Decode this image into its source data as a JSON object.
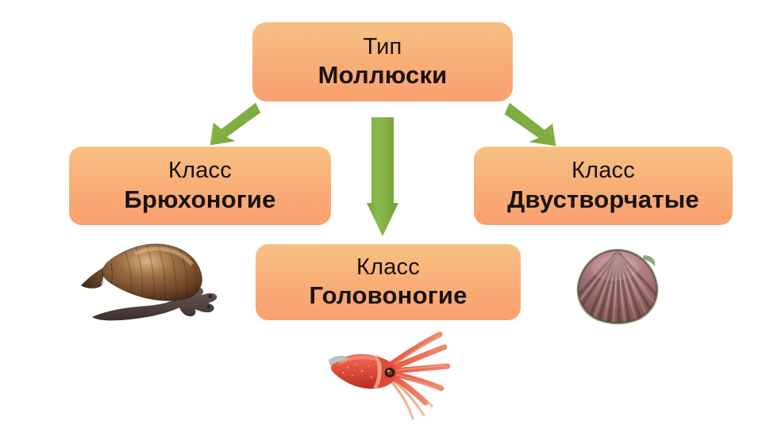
{
  "diagram": {
    "title_text": "Тип Моллюски",
    "background_color": "#ffffff",
    "box_gradient_top": "#f7c184",
    "box_gradient_bottom": "#faa070",
    "arrow_color": "#7fae3e",
    "text_color": "#17120f",
    "nodes": [
      {
        "id": "type-mollusca",
        "rank": "Тип",
        "name": "Моллюски",
        "role": "root"
      },
      {
        "id": "class-gastropoda",
        "rank": "Класс",
        "name": "Брюхоногие",
        "role": "child-left"
      },
      {
        "id": "class-cephalopoda",
        "rank": "Класс",
        "name": "Головоногие",
        "role": "child-center"
      },
      {
        "id": "class-bivalvia",
        "rank": "Класс",
        "name": "Двустворчатые",
        "role": "child-right"
      }
    ],
    "arrows": [
      {
        "id": "arrow-to-gastropoda",
        "icon": "arrow-down-left-icon",
        "direction": "down-left"
      },
      {
        "id": "arrow-to-cephalopoda",
        "icon": "arrow-down-icon",
        "direction": "down"
      },
      {
        "id": "arrow-to-bivalvia",
        "icon": "arrow-down-right-icon",
        "direction": "down-right"
      }
    ],
    "illustrations": [
      {
        "id": "snail-illustration",
        "icon": "snail-icon",
        "label": "Брюхоногие",
        "for_node": "class-gastropoda"
      },
      {
        "id": "squid-illustration",
        "icon": "squid-icon",
        "label": "Головоногие",
        "for_node": "class-cephalopoda"
      },
      {
        "id": "scallop-illustration",
        "icon": "scallop-shell-icon",
        "label": "Двустворчатые",
        "for_node": "class-bivalvia"
      }
    ]
  }
}
